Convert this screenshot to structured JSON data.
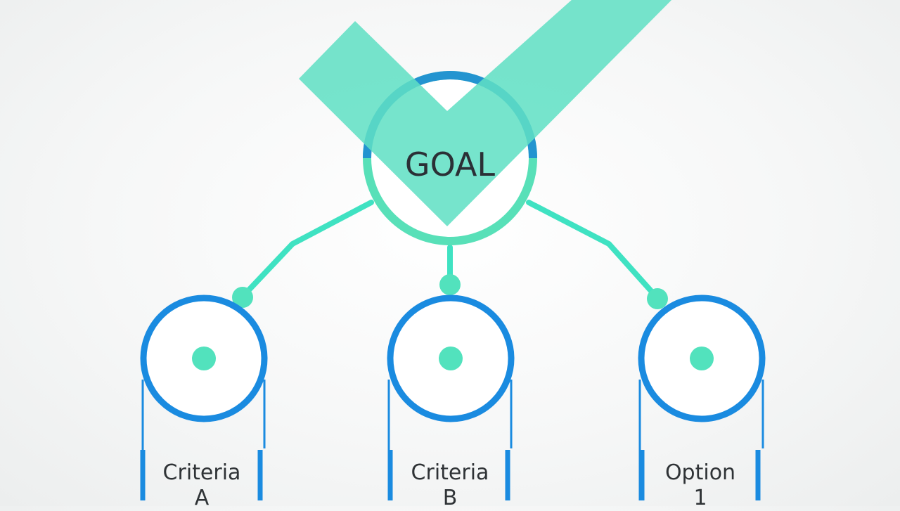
{
  "goal": {
    "label": "GOAL"
  },
  "nodes": [
    {
      "label": "Criteria\nA"
    },
    {
      "label": "Criteria\nB"
    },
    {
      "label": "Option\n1"
    }
  ],
  "colors": {
    "checkmark": "#5fe0c4",
    "goal_ring": "#58e0b8",
    "goal_ring_dark": "#1a86d4",
    "node_ring": "#1a8be0",
    "connector": "#3fe0c0",
    "dot": "#52e2bd",
    "text": "#2f3336"
  }
}
